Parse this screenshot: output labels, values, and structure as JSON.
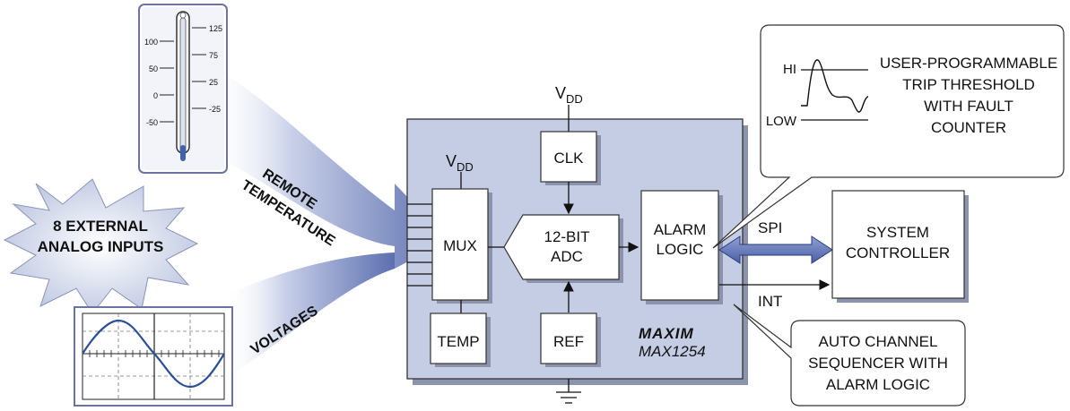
{
  "inputs": {
    "starburst_line1": "8 EXTERNAL",
    "starburst_line2": "ANALOG INPUTS",
    "remote_line1": "REMOTE",
    "remote_line2": "TEMPERATURE",
    "voltages": "VOLTAGES"
  },
  "thermometer": {
    "left_ticks": [
      "100",
      "50",
      "0",
      "-50"
    ],
    "right_ticks": [
      "125",
      "75",
      "25",
      "-25"
    ]
  },
  "chip": {
    "vdd_top": "V",
    "vdd_top_sub": "DD",
    "vdd_mux": "V",
    "vdd_mux_sub": "DD",
    "mux": "MUX",
    "temp": "TEMP",
    "clk": "CLK",
    "adc_line1": "12-BIT",
    "adc_line2": "ADC",
    "ref": "REF",
    "alarm_line1": "ALARM",
    "alarm_line2": "LOGIC",
    "brand": "MAXIM",
    "part": "MAX1254"
  },
  "bus": {
    "spi": "SPI",
    "int": "INT"
  },
  "controller": {
    "line1": "SYSTEM",
    "line2": "CONTROLLER"
  },
  "threshold_callout": {
    "hi": "HI",
    "low": "LOW",
    "line1": "USER-PROGRAMMABLE",
    "line2": "TRIP THRESHOLD",
    "line3": "WITH FAULT",
    "line4": "COUNTER"
  },
  "sequencer_callout": {
    "line1": "AUTO CHANNEL",
    "line2": "SEQUENCER WITH",
    "line3": "ALARM LOGIC"
  },
  "colors": {
    "chip_fill": "#c5cde4",
    "arrow_blue": "#5c6fb0",
    "wave_blue": "#2a4f96",
    "thermo_fill": "#bcc6e0"
  }
}
